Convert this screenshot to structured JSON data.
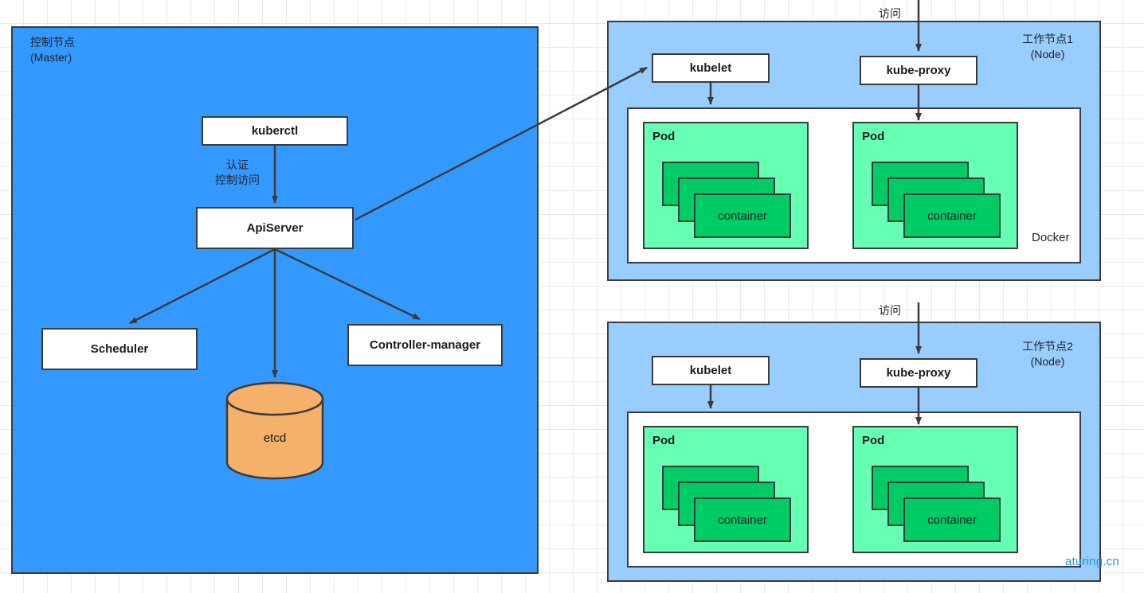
{
  "diagram": {
    "title_watermark": "aturing.cn",
    "colors": {
      "master_fill": "#3399ff",
      "node_fill": "#99ccff",
      "pod_fill": "#66ffb3",
      "container_fill": "#00cc66",
      "etcd_fill": "#f5b069",
      "stroke": "#3b3b3b",
      "watermark": "#2196d6"
    },
    "master": {
      "title_line1": "控制节点",
      "title_line2": "(Master)",
      "nodes": {
        "kuberctl": "kuberctl",
        "apiserver": "ApiServer",
        "scheduler": "Scheduler",
        "controller_manager": "Controller-manager",
        "etcd": "etcd"
      },
      "edge_label_line1": "认证",
      "edge_label_line2": "控制访问"
    },
    "worker_nodes": [
      {
        "title_line1": "工作节点1",
        "title_line2": "(Node)",
        "access_label": "访问",
        "kubelet": "kubelet",
        "kube_proxy": "kube-proxy",
        "runtime_label": "Docker",
        "pods": [
          {
            "label": "Pod",
            "container_label": "container"
          },
          {
            "label": "Pod",
            "container_label": "container"
          }
        ]
      },
      {
        "title_line1": "工作节点2",
        "title_line2": "(Node)",
        "access_label": "访问",
        "kubelet": "kubelet",
        "kube_proxy": "kube-proxy",
        "runtime_label": "",
        "pods": [
          {
            "label": "Pod",
            "container_label": "container"
          },
          {
            "label": "Pod",
            "container_label": "container"
          }
        ]
      }
    ]
  }
}
